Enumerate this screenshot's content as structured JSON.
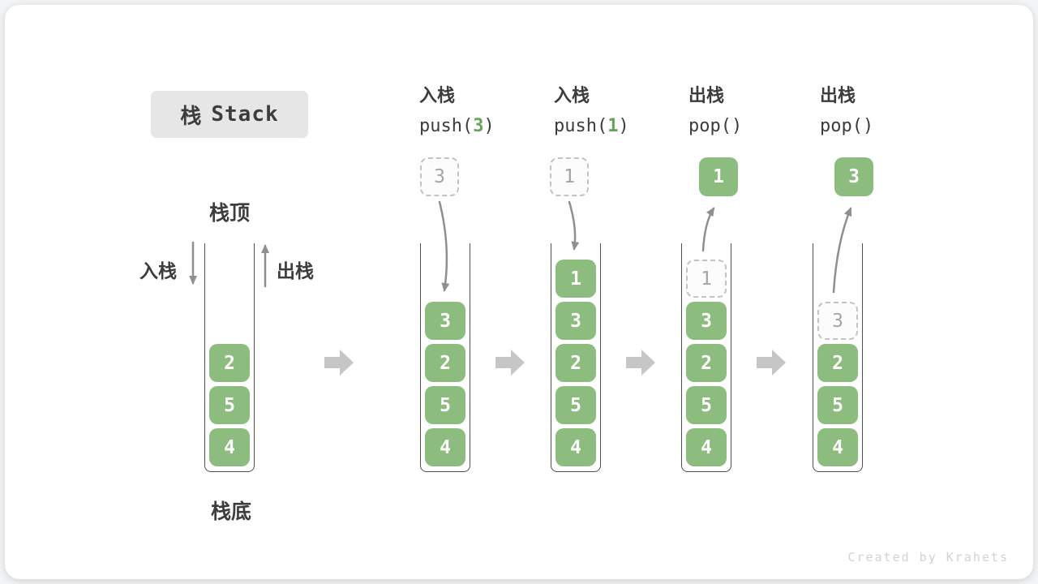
{
  "title": {
    "zh": "栈",
    "en": "Stack"
  },
  "labels": {
    "stack_top": "栈顶",
    "stack_bottom": "栈底",
    "push": "入栈",
    "pop": "出栈"
  },
  "watermark": "Created by Krahets",
  "colors": {
    "box_green": "#8cbc7e",
    "code_arg_green": "#67a25a",
    "title_bg": "#e6e6e6",
    "text_dark": "#3d3d3d",
    "flow_arrow_gray": "#c6c6c6",
    "motion_arrow_gray": "#8f8f8f",
    "ghost_border": "#c3c3c3",
    "ghost_text": "#a5a5a5",
    "watermark_gray": "#d2d2d2"
  },
  "columns": [
    {
      "name": "initial",
      "header": null,
      "floating": null,
      "slots": [
        null,
        null,
        {
          "v": "2"
        },
        {
          "v": "5"
        },
        {
          "v": "4"
        }
      ]
    },
    {
      "name": "push-3",
      "header": {
        "label": "入栈",
        "code_prefix": "push(",
        "code_arg": "3",
        "code_suffix": ")"
      },
      "floating": {
        "v": "3",
        "style": "dashed"
      },
      "slots": [
        null,
        {
          "v": "3"
        },
        {
          "v": "2"
        },
        {
          "v": "5"
        },
        {
          "v": "4"
        }
      ]
    },
    {
      "name": "push-1",
      "header": {
        "label": "入栈",
        "code_prefix": "push(",
        "code_arg": "1",
        "code_suffix": ")"
      },
      "floating": {
        "v": "1",
        "style": "dashed"
      },
      "slots": [
        {
          "v": "1"
        },
        {
          "v": "3"
        },
        {
          "v": "2"
        },
        {
          "v": "5"
        },
        {
          "v": "4"
        }
      ]
    },
    {
      "name": "pop-1",
      "header": {
        "label": "出栈",
        "code_prefix": "pop()",
        "code_arg": "",
        "code_suffix": ""
      },
      "floating": {
        "v": "1",
        "style": "solid"
      },
      "slots": [
        {
          "v": "1",
          "ghost": true
        },
        {
          "v": "3"
        },
        {
          "v": "2"
        },
        {
          "v": "5"
        },
        {
          "v": "4"
        }
      ]
    },
    {
      "name": "pop-3",
      "header": {
        "label": "出栈",
        "code_prefix": "pop()",
        "code_arg": "",
        "code_suffix": ""
      },
      "floating": {
        "v": "3",
        "style": "solid"
      },
      "slots": [
        null,
        {
          "v": "3",
          "ghost": true
        },
        {
          "v": "2"
        },
        {
          "v": "5"
        },
        {
          "v": "4"
        }
      ]
    }
  ]
}
